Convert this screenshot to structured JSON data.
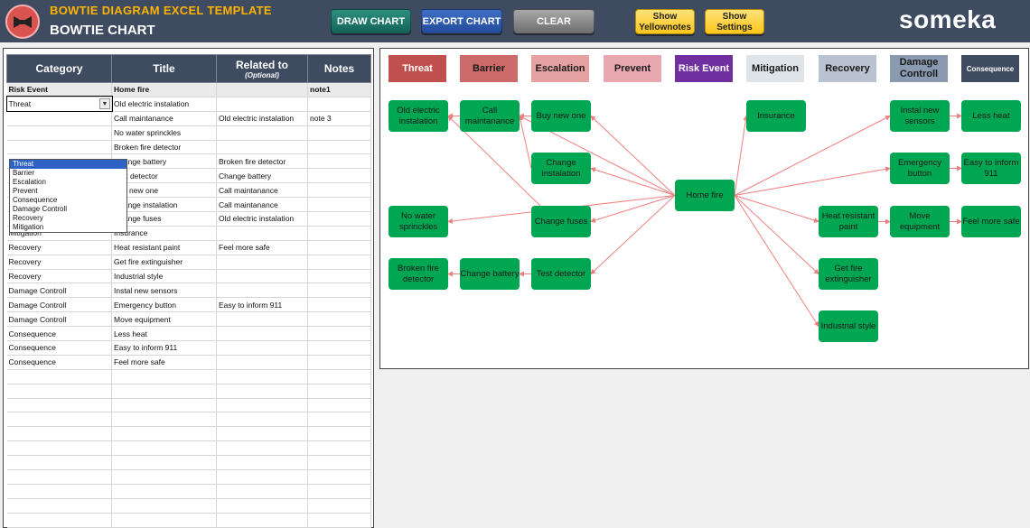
{
  "header": {
    "app_title": "BOWTIE DIAGRAM EXCEL TEMPLATE",
    "sub_title": "BOWTIE CHART",
    "draw_label": "DRAW CHART",
    "export_label": "EXPORT CHART",
    "clear_label": "CLEAR",
    "show_notes_label_1": "Show",
    "show_notes_label_2": "Yellownotes",
    "show_settings_label_1": "Show",
    "show_settings_label_2": "Settings",
    "brand": "someka"
  },
  "table": {
    "headers": {
      "category": "Category",
      "title": "Title",
      "related": "Related to",
      "related_sub": "(Optional)",
      "notes": "Notes"
    },
    "rows": [
      [
        "Risk Event",
        "Home fire",
        "",
        "note1"
      ],
      [
        "Threat",
        "Old electric instalation",
        "",
        ""
      ],
      [
        "",
        "Call maintanance",
        "Old electric instalation",
        "note 3"
      ],
      [
        "",
        "No water sprinckles",
        "",
        ""
      ],
      [
        "",
        "Broken fire detector",
        "",
        ""
      ],
      [
        "",
        "Change battery",
        "Broken fire detector",
        ""
      ],
      [
        "",
        "Test detector",
        "Change battery",
        ""
      ],
      [
        "Escalation",
        "Buy new one",
        "Call maintanance",
        ""
      ],
      [
        "Escalation",
        "Change instalation",
        "Call maintanance",
        ""
      ],
      [
        "Escalation",
        "Change fuses",
        "Old electric instalation",
        ""
      ],
      [
        "Mitigation",
        "Insurance",
        "",
        ""
      ],
      [
        "Recovery",
        "Heat resistant paint",
        "Feel more safe",
        ""
      ],
      [
        "Recovery",
        "Get fire extinguisher",
        "",
        ""
      ],
      [
        "Recovery",
        "Industrial style",
        "",
        ""
      ],
      [
        "Damage Controll",
        "Instal new sensors",
        "",
        ""
      ],
      [
        "Damage Controll",
        "Emergency button",
        "Easy to inform 911",
        ""
      ],
      [
        "Damage Controll",
        "Move equipment",
        "",
        ""
      ],
      [
        "Consequence",
        "Less heat",
        "",
        ""
      ],
      [
        "Consequence",
        "Easy to inform 911",
        "",
        ""
      ],
      [
        "Consequence",
        "Feel more safe",
        "",
        ""
      ]
    ],
    "empty_rows": 11,
    "dropdown_options": [
      "Threat",
      "Barrier",
      "Escalation",
      "Prevent",
      "Consequence",
      "Damage Controll",
      "Recovery",
      "Mitigation"
    ]
  },
  "legend": [
    {
      "label": "Threat",
      "color": "#c0504d",
      "text_color": "#ffffff"
    },
    {
      "label": "Barrier",
      "color": "#cd6b6b",
      "text_color": "#1a1a1a"
    },
    {
      "label": "Escalation",
      "color": "#e6a2a2",
      "text_color": "#1a1a1a"
    },
    {
      "label": "Prevent",
      "color": "#e8a8b0",
      "text_color": "#1a1a1a"
    },
    {
      "label": "Risk Event",
      "color": "#7030a0",
      "text_color": "#ffffff"
    },
    {
      "label": "Mitigation",
      "color": "#dfe3ea",
      "text_color": "#1a1a1a"
    },
    {
      "label": "Recovery",
      "color": "#b8c2d1",
      "text_color": "#1a1a1a"
    },
    {
      "label": "Damage Controll",
      "color": "#8a9ab0",
      "text_color": "#1a1a1a"
    },
    {
      "label": "Consequence",
      "color": "#3e4b61",
      "text_color": "#ffffff"
    }
  ],
  "nodes": {
    "home_fire": "Home fire",
    "old_electric": "Old electric instalation",
    "call_maint": "Call maintanance",
    "buy_new": "Buy new one",
    "change_inst": "Change instalation",
    "no_water": "No water sprinckles",
    "change_fuses": "Change fuses",
    "broken_fire": "Broken fire detector",
    "change_battery": "Change battery",
    "test_detector": "Test detector",
    "insurance": "Insurance",
    "instal_sensors": "Instal new sensors",
    "less_heat": "Less heat",
    "emergency": "Emergency button",
    "easy_911": "Easy to inform 911",
    "heat_paint": "Heat resistant paint",
    "move_equip": "Move equipment",
    "feel_safe": "Feel more safe",
    "get_ext": "Get fire extinguisher",
    "industrial": "Industrial style"
  },
  "colors": {
    "header_bg": "#3e4b61",
    "node_green": "#00a651",
    "link_red": "#f08080"
  }
}
